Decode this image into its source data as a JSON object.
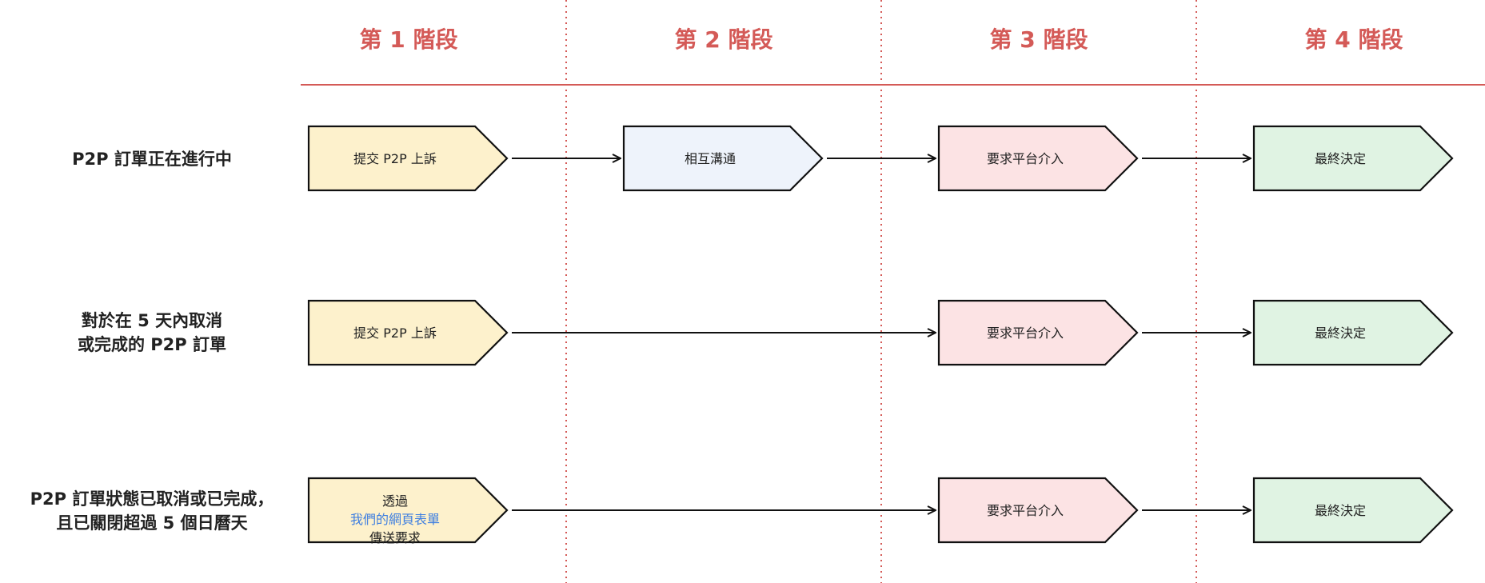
{
  "colors": {
    "accent": "#d45a57",
    "stage1_fill": "#fdf1cc",
    "stage2_fill": "#eef3fb",
    "stage3_fill": "#fce3e4",
    "stage4_fill": "#e0f3e3",
    "link": "#3f7fe0",
    "stroke": "#111111"
  },
  "stages": [
    {
      "label": "第 1 階段"
    },
    {
      "label": "第 2 階段"
    },
    {
      "label": "第 3 階段"
    },
    {
      "label": "第 4 階段"
    }
  ],
  "rows": [
    {
      "label_lines": [
        "P2P 訂單正在進行中"
      ],
      "steps": {
        "s1": "提交 P2P 上訴",
        "s2": "相互溝通",
        "s3": "要求平台介入",
        "s4": "最終決定"
      }
    },
    {
      "label_lines": [
        "對於在 5 天內取消",
        "或完成的 P2P 訂單"
      ],
      "steps": {
        "s1": "提交 P2P 上訴",
        "s3": "要求平台介入",
        "s4": "最終決定"
      }
    },
    {
      "label_lines": [
        "P2P 訂單狀態已取消或已完成，",
        "且已關閉超過 5 個日曆天"
      ],
      "steps": {
        "s1_prefix": "透過",
        "s1_link": "我們的網頁表單",
        "s1_suffix": "傳送要求",
        "s3": "要求平台介入",
        "s4": "最終決定"
      }
    }
  ]
}
